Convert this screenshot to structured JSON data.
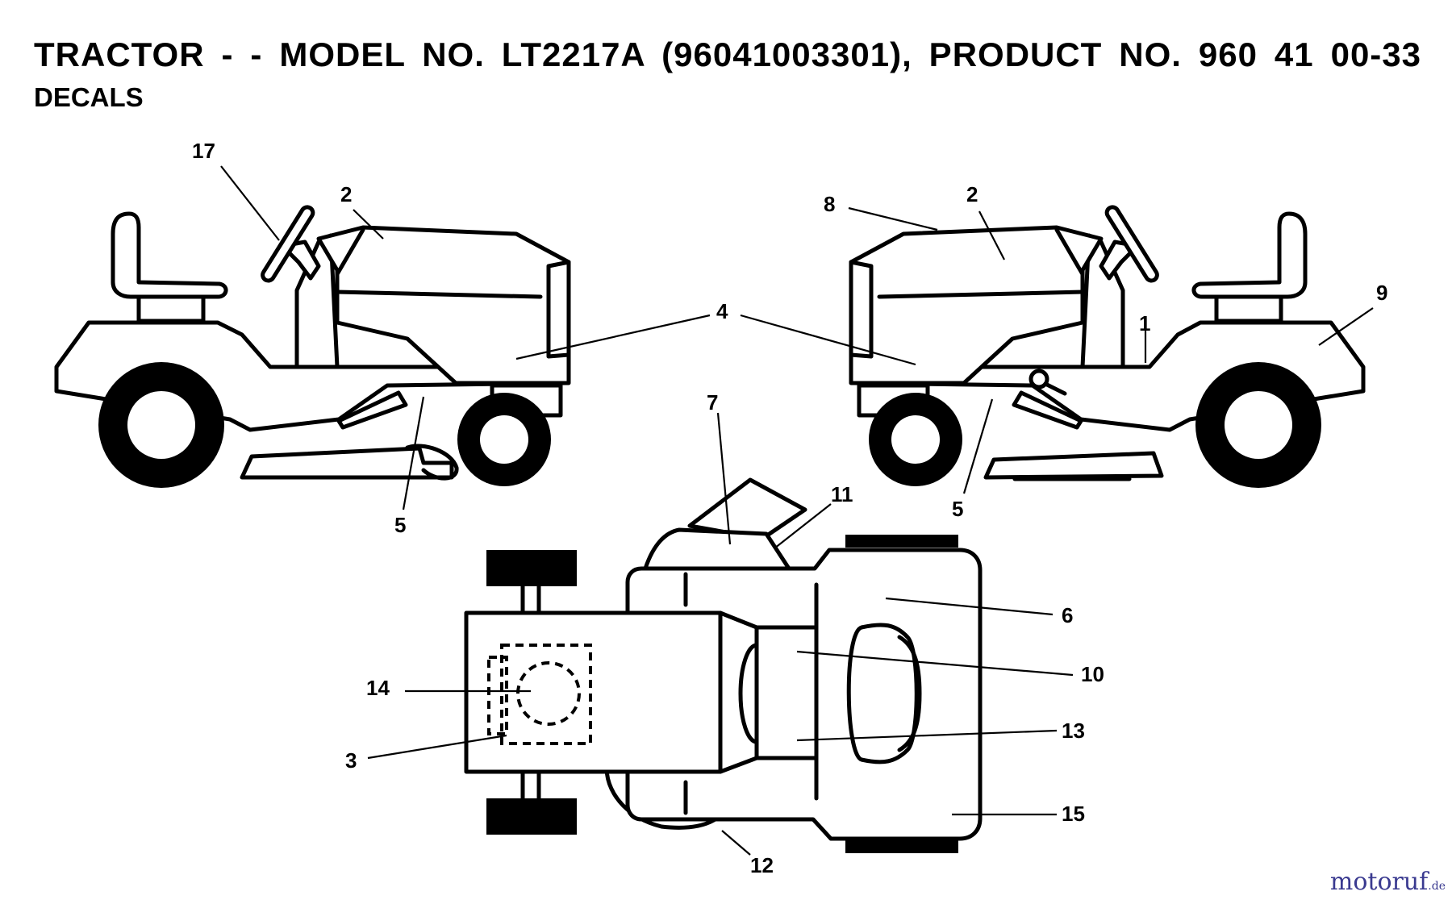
{
  "header": {
    "title": "TRACTOR - - MODEL NO. LT2217A (96041003301), PRODUCT NO. 960 41 00-33",
    "subtitle": "DECALS"
  },
  "callouts": {
    "left_view": [
      "17",
      "2",
      "4",
      "5"
    ],
    "right_view": [
      "8",
      "2",
      "1",
      "9",
      "5"
    ],
    "top_view": [
      "7",
      "11",
      "6",
      "10",
      "14",
      "13",
      "3",
      "15",
      "12"
    ]
  },
  "watermark": {
    "main": "motoruf",
    "suffix": ".de"
  }
}
